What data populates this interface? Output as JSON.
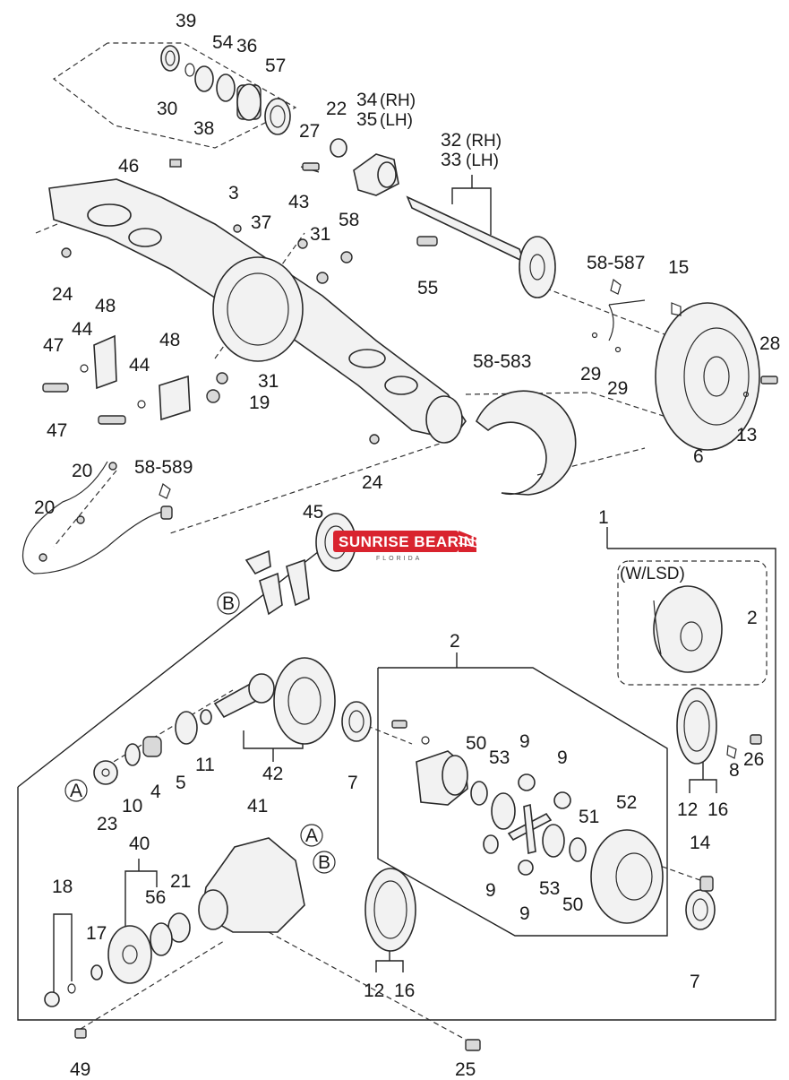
{
  "labels": {
    "p39": "39",
    "p54": "54",
    "p36": "36",
    "p57": "57",
    "p30": "30",
    "p38": "38",
    "p22": "22",
    "p34": "34",
    "p34s": "(RH)",
    "p35": "35",
    "p35s": "(LH)",
    "p27": "27",
    "p32": "32",
    "p32s": "(RH)",
    "p33": "33",
    "p33s": "(LH)",
    "p46": "46",
    "p3": "3",
    "p43": "43",
    "p37": "37",
    "p58a": "58",
    "p31a": "31",
    "p24a": "24",
    "p55": "55",
    "p58587": "58-587",
    "p15": "15",
    "p28": "28",
    "p48a": "48",
    "p44a": "44",
    "p47a": "47",
    "p48b": "48",
    "p44b": "44",
    "p31b": "31",
    "p19": "19",
    "p47b": "47",
    "p58583": "58-583",
    "p29a": "29",
    "p29b": "29",
    "p13": "13",
    "p6": "6",
    "p24b": "24",
    "p20a": "20",
    "p20b": "20",
    "p58589": "58-589",
    "p45": "45",
    "p1": "1",
    "wlsd": "(W/LSD)",
    "p2a": "2",
    "circB1": "B",
    "p2b": "2",
    "p42": "42",
    "p7a": "7",
    "p11": "11",
    "p5": "5",
    "p4": "4",
    "p10": "10",
    "p23": "23",
    "circA1": "A",
    "p50a": "50",
    "p53a": "53",
    "p9a": "9",
    "p9b": "9",
    "p51": "51",
    "p52": "52",
    "p9c": "9",
    "p53b": "53",
    "p50b": "50",
    "p9d": "9",
    "p8": "8",
    "p26": "26",
    "p12a": "12",
    "p16a": "16",
    "p14": "14",
    "p7b": "7",
    "p41": "41",
    "circA2": "A",
    "circB2": "B",
    "p40": "40",
    "p56": "56",
    "p21": "21",
    "p18": "18",
    "p17": "17",
    "p12b": "12",
    "p16b": "16",
    "p49": "49",
    "p25": "25"
  },
  "watermark": {
    "brand": "SUNRISE BEARINGS",
    "sub": "FLORIDA"
  },
  "colors": {
    "line": "#222222",
    "part_fill": "#f2f2f2",
    "logo_red": "#d9232e"
  }
}
